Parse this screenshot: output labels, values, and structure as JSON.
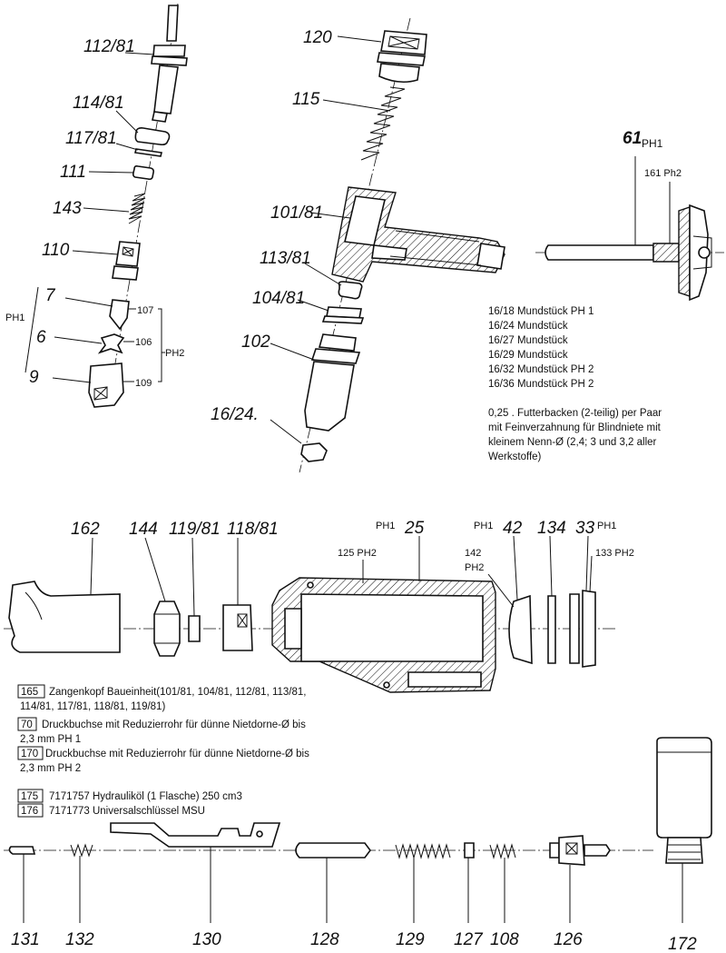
{
  "labels": {
    "l112_81": "112/81",
    "l114_81": "114/81",
    "l117_81": "117/81",
    "l111": "111",
    "l143": "143",
    "l110": "110",
    "l7": "7",
    "l6": "6",
    "l9": "9",
    "l107": "107",
    "l106": "106",
    "l109": "109",
    "ph1_left": "PH1",
    "ph2_left": "PH2",
    "l120": "120",
    "l115": "115",
    "l101_81": "101/81",
    "l113_81": "113/81",
    "l104_81": "104/81",
    "l102": "102",
    "l16_24": "16/24.",
    "l61": "61",
    "l61_ph1": "PH1",
    "l161": "161 Ph2",
    "l162": "162",
    "l144": "144",
    "l119_81": "119/81",
    "l118_81": "118/81",
    "l25": "25",
    "l25_ph1": "PH1",
    "l125": "125 PH2",
    "l42": "42",
    "l42_ph1": "PH1",
    "l142": "142",
    "l142_ph2": "PH2",
    "l134": "134",
    "l33": "33",
    "l33_ph1": "PH1",
    "l133": "133 PH2",
    "l131": "131",
    "l132": "132",
    "l130": "130",
    "l128": "128",
    "l129": "129",
    "l127": "127",
    "l108": "108",
    "l126": "126",
    "l172": "172"
  },
  "mundstueck_list": [
    "16/18 Mundstück PH 1",
    "16/24  Mundstück",
    "16/27  Mundstück",
    "16/29  Mundstück",
    "16/32  Mundstück PH 2",
    "16/36  Mundstück PH 2"
  ],
  "futterbacken_note": [
    "0,25 .  Futterbacken (2-teilig) per Paar",
    "mit Feinverzahnung für Blindniete mit",
    "kleinem Nenn-Ø (2,4; 3 und 3,2 aller",
    "Werkstoffe)"
  ],
  "parts_notes": [
    {
      "code": "165",
      "lines": [
        "Zangenkopf Baueinheit(101/81, 104/81, 112/81, 113/81,",
        "114/81, 117/81, 118/81, 119/81)"
      ]
    },
    {
      "code": "70",
      "lines": [
        "Druckbuchse mit Reduzierrohr für dünne Nietdorne-Ø bis",
        "2,3 mm PH 1"
      ]
    },
    {
      "code": "170",
      "lines": [
        "Druckbuchse mit Reduzierrohr für dünne Nietdorne-Ø bis",
        "2,3 mm PH 2"
      ]
    },
    {
      "code": "175",
      "lines": [
        "7171757 Hydrauliköl (1 Flasche) 250 cm3"
      ]
    },
    {
      "code": "176",
      "lines": [
        "7171773 Universalschlüssel MSU"
      ]
    }
  ]
}
